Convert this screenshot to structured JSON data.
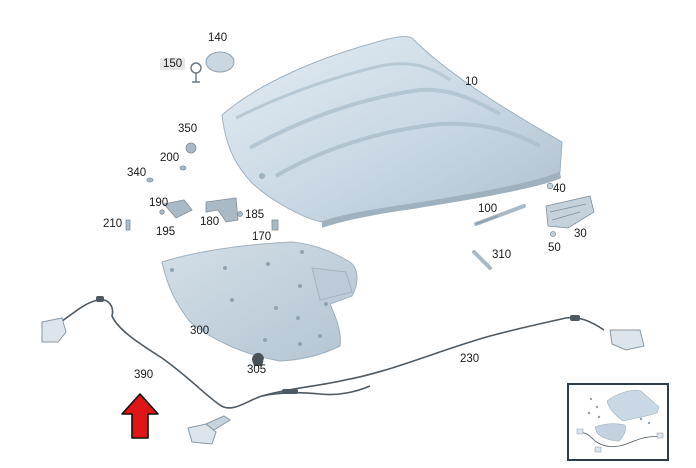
{
  "diagram": {
    "colors": {
      "panel": "#c7d7e4",
      "panel_dark": "#a9bccb",
      "panel_light": "#e4edf4",
      "outline": "#8ea3b3",
      "cable": "#555e66",
      "arrow": "#e01616",
      "inset_border": "#2d3e4a"
    },
    "parts": [
      {
        "id": "p10",
        "label": "10"
      },
      {
        "id": "p30",
        "label": "30"
      },
      {
        "id": "p40",
        "label": "40"
      },
      {
        "id": "p50",
        "label": "50"
      },
      {
        "id": "p100",
        "label": "100"
      },
      {
        "id": "p140",
        "label": "140"
      },
      {
        "id": "p150",
        "label": "150"
      },
      {
        "id": "p170",
        "label": "170"
      },
      {
        "id": "p180",
        "label": "180"
      },
      {
        "id": "p185",
        "label": "185"
      },
      {
        "id": "p190",
        "label": "190"
      },
      {
        "id": "p195",
        "label": "195"
      },
      {
        "id": "p200",
        "label": "200"
      },
      {
        "id": "p210",
        "label": "210"
      },
      {
        "id": "p230",
        "label": "230"
      },
      {
        "id": "p300",
        "label": "300"
      },
      {
        "id": "p305",
        "label": "305"
      },
      {
        "id": "p310",
        "label": "310"
      },
      {
        "id": "p340",
        "label": "340"
      },
      {
        "id": "p350",
        "label": "350"
      },
      {
        "id": "p390",
        "label": "390"
      }
    ],
    "highlight_arrow": {
      "target": "390",
      "icon": "up-arrow-icon",
      "color": "#e01616"
    },
    "overview_inset": {
      "icon": "hood-overview-thumbnail"
    }
  }
}
